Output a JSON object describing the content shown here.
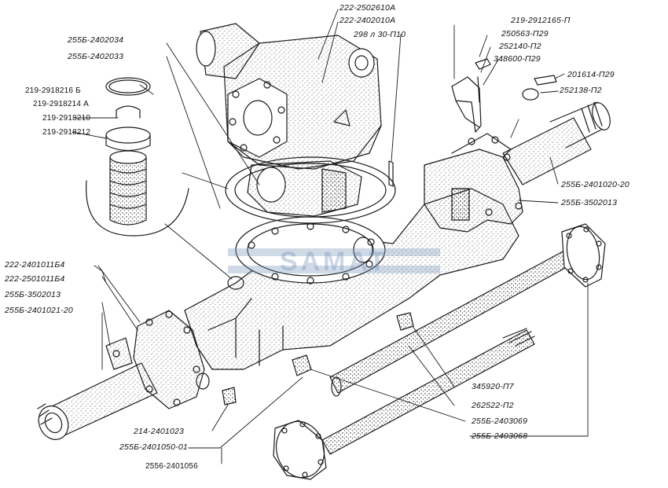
{
  "labels": {
    "l01": "222-2502610А",
    "l02": "222-2402010А",
    "l03": "298 л 30-П10",
    "l04": "219-2912165-П",
    "l05": "250563-П29",
    "l06": "252140-П2",
    "l07": "348600-П29",
    "l08": "201614-П29",
    "l09": "252138-П2",
    "l10": "255Б-2402034",
    "l11": "255Б-2402033",
    "l12": "219-2918216 Б",
    "l13": "219-2918214 А",
    "l14": "219-2918210",
    "l15": "219-2918212",
    "l16": "255Б-2401020-20",
    "l17": "255Б-3502013",
    "l18": "222-2401011Б4",
    "l19": "222-2501011Б4",
    "l20": "255Б-3502013",
    "l21": "255Б-2401021-20",
    "l22": "345920-П7",
    "l23": "262522-П2",
    "l24": "255Б-2403069",
    "l25": "255Б-2403068",
    "l26": "214-2401023",
    "l27": "255Б-2401050-01",
    "l28": "2556-2401056"
  },
  "watermark": "SAMAT",
  "colors": {
    "ink": "#1a1a1a",
    "watermark": "#6f8fb8"
  }
}
